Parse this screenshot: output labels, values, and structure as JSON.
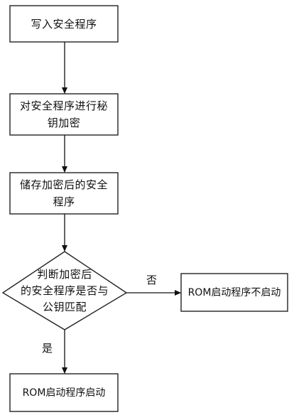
{
  "diagram": {
    "steps": [
      {
        "lines": [
          "写入安全程序"
        ]
      },
      {
        "lines": [
          "对安全程序进行秘",
          "钥加密"
        ]
      },
      {
        "lines": [
          "储存加密后的安全",
          "程序"
        ]
      }
    ],
    "decision": {
      "lines": [
        "判断加密后",
        "的安全程序是否与",
        "公钥匹配"
      ]
    },
    "no_branch": {
      "label": "否",
      "result": "ROM启动程序不启动"
    },
    "yes_branch": {
      "label": "是",
      "result": "ROM启动程序启动"
    }
  }
}
